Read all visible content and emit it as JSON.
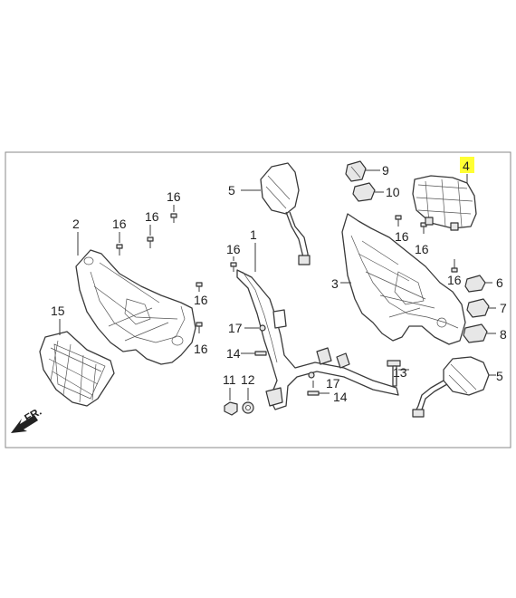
{
  "direction_label": "FR.",
  "highlighted_part": "4",
  "callouts": {
    "c2": "2",
    "c15": "15",
    "c16a": "16",
    "c16b": "16",
    "c16c": "16",
    "c16d": "16",
    "c16e": "16",
    "c16f": "16",
    "c16g": "16",
    "c16h": "16",
    "c5a": "5",
    "c5b": "5",
    "c1": "1",
    "c17a": "17",
    "c17b": "17",
    "c14a": "14",
    "c14b": "14",
    "c11": "11",
    "c12": "12",
    "c13": "13",
    "c3": "3",
    "c4": "4",
    "c6": "6",
    "c7": "7",
    "c8": "8",
    "c9": "9",
    "c10": "10"
  }
}
